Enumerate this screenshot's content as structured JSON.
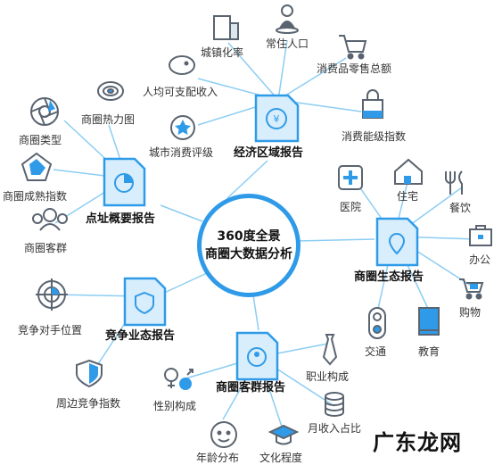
{
  "center": {
    "line1": "360度全景",
    "line2": "商圈大数据分析"
  },
  "hubs": {
    "economy": "经济区域报告",
    "site": "点址概要报告",
    "ecology": "商圈生态报告",
    "competition": "竞争业态报告",
    "customers": "商圈客群报告"
  },
  "economy_items": [
    "城镇化率",
    "常住人口",
    "消费品零售总额",
    "人均可支配收入",
    "消费能级指数",
    "城市消费评级"
  ],
  "site_items": [
    "商圈热力图",
    "商圈类型",
    "商圈成熟指数",
    "商圈客群"
  ],
  "ecology_items": [
    "医院",
    "住宅",
    "餐饮",
    "办公",
    "购物",
    "交通",
    "教育"
  ],
  "competition_items": [
    "竞争对手位置",
    "周边竞争指数"
  ],
  "customer_items": [
    "职业构成",
    "性别构成",
    "月收入占比",
    "年龄分布",
    "文化程度"
  ],
  "watermark": "广东龙网",
  "colors": {
    "accent": "#2f9be8",
    "line": "#8ccdf2",
    "icon": "#5a6470"
  }
}
